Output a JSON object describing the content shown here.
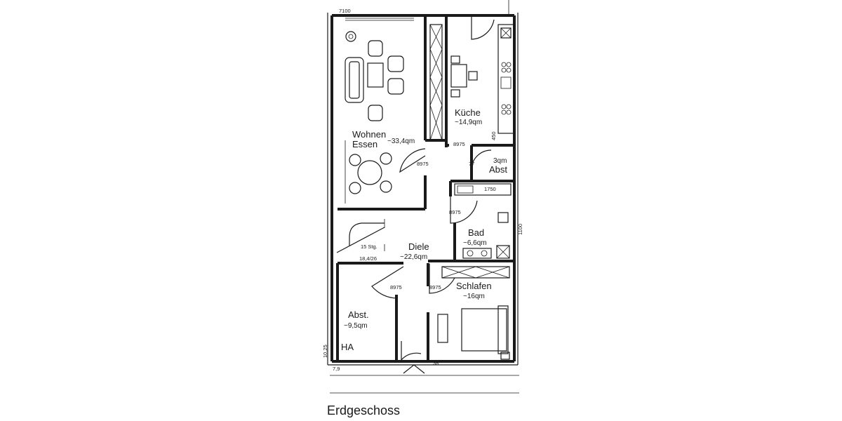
{
  "title": "Erdgeschoss",
  "rooms": {
    "wohnen_label_1": "Wohnen",
    "wohnen_label_2": "Essen",
    "wohnen_area": "~33,4qm",
    "kueche_label": "Küche",
    "kueche_area": "~14,9qm",
    "abst_small_area": "3qm",
    "abst_small_label": "Abst",
    "bad_label": "Bad",
    "bad_area": "~6,6qm",
    "diele_label": "Diele",
    "diele_area": "~22,6qm",
    "schlafen_label": "Schlafen",
    "schlafen_area": "~16qm",
    "abst_label": "Abst.",
    "abst_area": "~9,5qm",
    "ha_label": "HA"
  },
  "stair": {
    "steps": "15 Stg.",
    "dims": "18,4/26"
  },
  "dimensions": {
    "door_wohnen": "8975",
    "door_kueche": "8975",
    "door_abst_small": "77",
    "door_bad": "8975",
    "door_abst": "8975",
    "door_schlafen": "8975",
    "top_left": "7100",
    "bottom_left": "7,9",
    "side_left": "10,25",
    "bottom_mid": "38",
    "bath_top": "1750",
    "kitchen_side": "450",
    "bath_side": "1100"
  }
}
